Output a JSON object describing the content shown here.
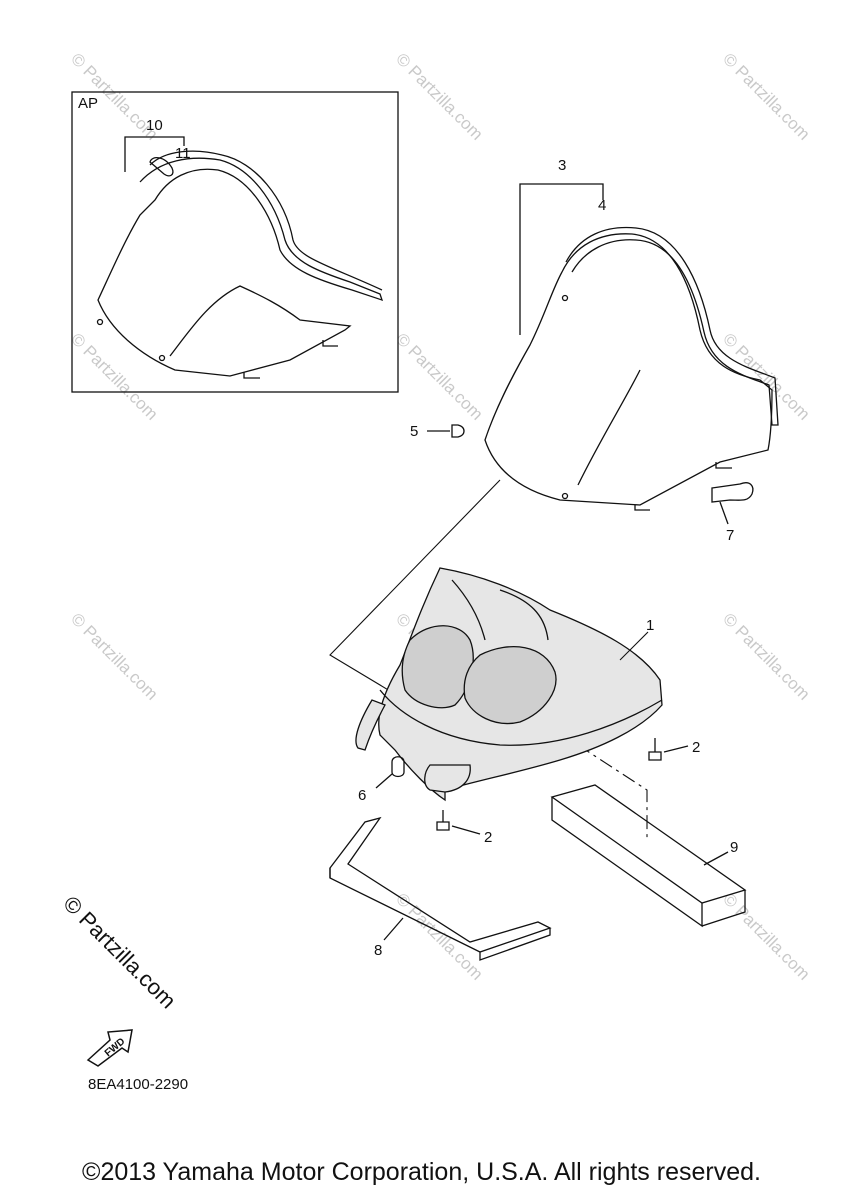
{
  "inset_label": "AP",
  "callouts": [
    "10",
    "11",
    "3",
    "4",
    "5",
    "7",
    "1",
    "2",
    "6",
    "2",
    "9",
    "8"
  ],
  "watermark_text": "© Partzilla.com",
  "watermark_brand": "Partzilla.com",
  "fwd_label": "FWD",
  "part_code": "8EA4100-2290",
  "copyright": "©2013 Yamaha Motor Corporation, U.S.A. All rights reserved.",
  "colors": {
    "ink": "#111111",
    "watermark": "#c9c9c9",
    "seat_fill": "#e6e6e6"
  }
}
